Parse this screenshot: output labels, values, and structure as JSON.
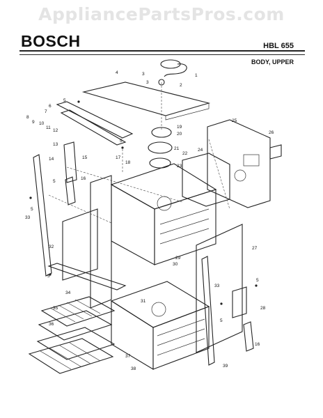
{
  "watermark": "AppliancePartsPros.com",
  "header": {
    "brand": "BOSCH",
    "model": "HBL 655",
    "section": "BODY, UPPER"
  },
  "callouts": [
    "1",
    "2",
    "3",
    "3",
    "4",
    "5",
    "6",
    "7",
    "8",
    "9",
    "10",
    "11",
    "12",
    "13",
    "14",
    "15",
    "16",
    "17",
    "18",
    "19",
    "20",
    "21",
    "22",
    "23",
    "24",
    "25",
    "26",
    "27",
    "28",
    "29",
    "30",
    "31",
    "32",
    "33",
    "33",
    "34",
    "35",
    "36",
    "37",
    "38",
    "39",
    "5",
    "5",
    "5",
    "5",
    "5",
    "5",
    "16"
  ]
}
